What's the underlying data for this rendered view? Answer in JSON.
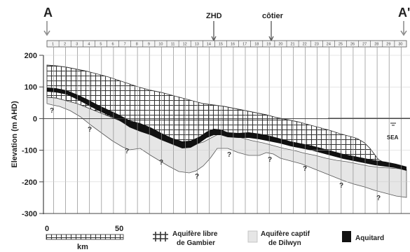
{
  "section": {
    "end_label_left": "A",
    "end_label_right": "A'",
    "marker_zhd": "ZHD",
    "marker_cotier": "côtier",
    "sea_label": "SEA"
  },
  "axes": {
    "ylabel": "Elevation (m AHD)",
    "yticks": [
      "200",
      "100",
      "0",
      "-100",
      "-200",
      "-300"
    ],
    "scale_start": "0",
    "scale_end": "50",
    "scale_unit": "km"
  },
  "boreholes": {
    "numbers": [
      "1",
      "2",
      "3",
      "4",
      "5",
      "6",
      "7",
      "8",
      "9",
      "10",
      "11",
      "12",
      "13",
      "14",
      "15",
      "16",
      "17",
      "18",
      "19",
      "20",
      "21",
      "22",
      "23",
      "24",
      "25",
      "26",
      "27",
      "28",
      "29",
      "30"
    ],
    "uncertain_mark": "?"
  },
  "legend": {
    "unconfined_line1": "Aquifère libre",
    "unconfined_line2": "de Gambier",
    "confined_line1": "Aquifère captif",
    "confined_line2": "de Dilwyn",
    "aquitard": "Aquitard"
  },
  "colors": {
    "unconfined_fill": "#ffffff",
    "confined_fill": "#e6e6e6",
    "aquitard": "#111111",
    "grid": "#8a8a8a"
  }
}
